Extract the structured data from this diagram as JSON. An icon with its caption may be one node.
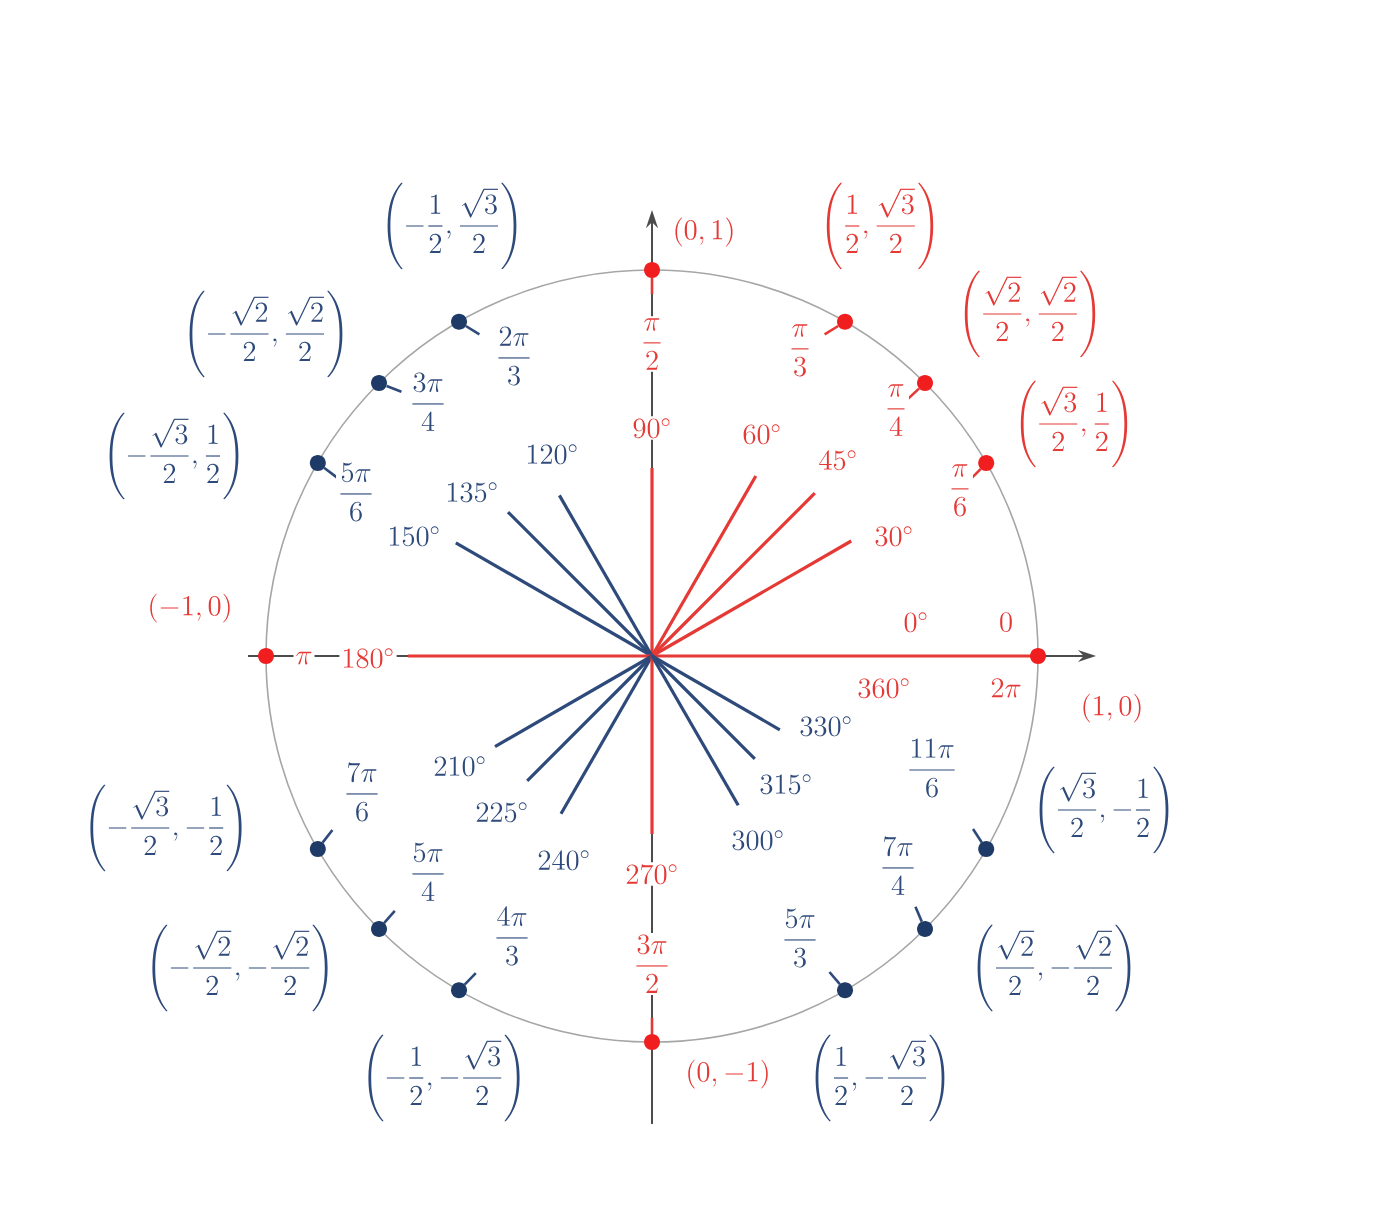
{
  "diagram": {
    "nodes": [
      {
        "text": [
          "(1,0)"
        ]
      },
      {
        "text": [
          "\\left(\\frac{\\sqrt{3}}{2},\\frac{1}{2}\\right)"
        ]
      },
      {
        "text": [
          "\\left(\\frac{\\sqrt{2}}{2},\\frac{\\sqrt{2}}{2}\\right)"
        ]
      },
      {
        "text": [
          "\\left(\\frac{1}{2},\\frac{\\sqrt{3}}{2}\\right)"
        ]
      },
      {
        "text": [
          "(0,1)"
        ]
      },
      {
        "text": [
          "\\left(-\\frac{1}{2},\\frac{\\sqrt{3}}{2}\\right)"
        ]
      },
      {
        "text": [
          "\\left(-\\frac{\\sqrt{2}}{2},\\frac{\\sqrt{2}}{2}\\right)"
        ]
      },
      {
        "text": [
          "\\left(-\\frac{\\sqrt{3}}{2},\\frac{1}{2}\\right)"
        ]
      },
      {
        "text": [
          "(-1,0)"
        ]
      },
      {
        "text": [
          "\\left(-\\frac{\\sqrt{3}}{2},-\\frac{1}{2}\\right)"
        ]
      },
      {
        "text": [
          "\\left(-\\frac{\\sqrt{2}}{2},-\\frac{\\sqrt{2}}{2}\\right)"
        ]
      },
      {
        "text": [
          "\\left(-\\frac{1}{2},-\\frac{\\sqrt{3}}{2}\\right)"
        ]
      },
      {
        "text": [
          "(0,-1)"
        ]
      },
      {
        "text": [
          "\\left(\\frac{1}{2},-\\frac{\\sqrt{3}}{2}\\right)"
        ]
      },
      {
        "text": [
          "\\left(\\frac{\\sqrt{2}}{2},-\\frac{\\sqrt{2}}{2}\\right)"
        ]
      },
      {
        "text": [
          "\\left(\\frac{\\sqrt{3}}{2},-\\frac{1}{2}\\right)"
        ]
      }
    ],
    "labels": [
      "0",
      "2\\pi",
      "0^\\circ",
      "360^\\circ",
      "\\frac{\\pi}{6}",
      "30^\\circ",
      "\\frac{\\pi}{4}",
      "45^\\circ",
      "\\frac{\\pi}{3}",
      "60^\\circ",
      "\\frac{\\pi}{2}",
      "90^\\circ",
      "\\frac{2\\pi}{3}",
      "120^\\circ",
      "\\frac{3\\pi}{4}",
      "135^\\circ",
      "\\frac{5\\pi}{6}",
      "150^\\circ",
      "\\pi",
      "180^\\circ",
      "\\frac{7\\pi}{6}",
      "210^\\circ",
      "\\frac{5\\pi}{4}",
      "225^\\circ",
      "\\frac{4\\pi}{3}",
      "240^\\circ",
      "\\frac{3\\pi}{2}",
      "270^\\circ",
      "\\frac{5\\pi}{3}",
      "300^\\circ",
      "\\frac{7\\pi}{4}",
      "315^\\circ",
      "\\frac{11\\pi}{6}",
      "330^\\circ"
    ]
  }
}
